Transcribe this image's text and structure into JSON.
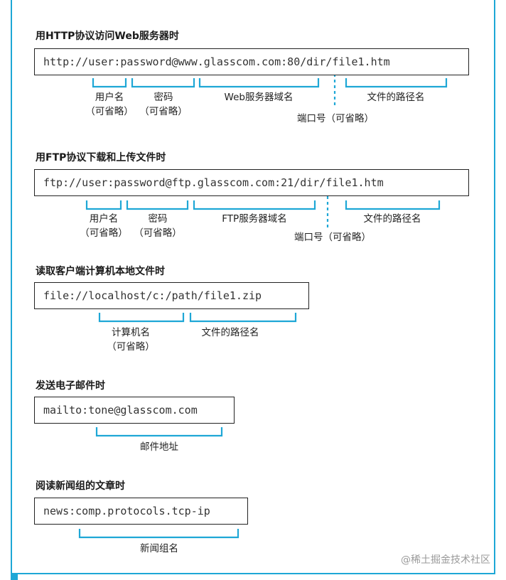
{
  "colors": {
    "accent": "#1ea7d6",
    "text": "#1a1a1a"
  },
  "sections": [
    {
      "heading": "用HTTP协议访问Web服务器时",
      "url": "http://user:password@www.glasscom.com:80/dir/file1.htm",
      "labels": {
        "user": [
          "用户名",
          "（可省略）"
        ],
        "pass": [
          "密码",
          "（可省略）"
        ],
        "host": [
          "Web服务器域名"
        ],
        "port": [
          "端口号（可省略）"
        ],
        "path": [
          "文件的路径名"
        ]
      }
    },
    {
      "heading": "用FTP协议下载和上传文件时",
      "url": "ftp://user:password@ftp.glasscom.com:21/dir/file1.htm",
      "labels": {
        "user": [
          "用户名",
          "（可省略）"
        ],
        "pass": [
          "密码",
          "（可省略）"
        ],
        "host": [
          "FTP服务器域名"
        ],
        "port": [
          "端口号（可省略）"
        ],
        "path": [
          "文件的路径名"
        ]
      }
    },
    {
      "heading": "读取客户端计算机本地文件时",
      "url": "file://localhost/c:/path/file1.zip",
      "labels": {
        "host": [
          "计算机名",
          "（可省略）"
        ],
        "path": [
          "文件的路径名"
        ]
      }
    },
    {
      "heading": "发送电子邮件时",
      "url": "mailto:tone@glasscom.com",
      "labels": {
        "addr": [
          "邮件地址"
        ]
      }
    },
    {
      "heading": "阅读新闻组的文章时",
      "url": "news:comp.protocols.tcp-ip",
      "labels": {
        "group": [
          "新闻组名"
        ]
      }
    }
  ],
  "watermark": "@稀土掘金技术社区"
}
